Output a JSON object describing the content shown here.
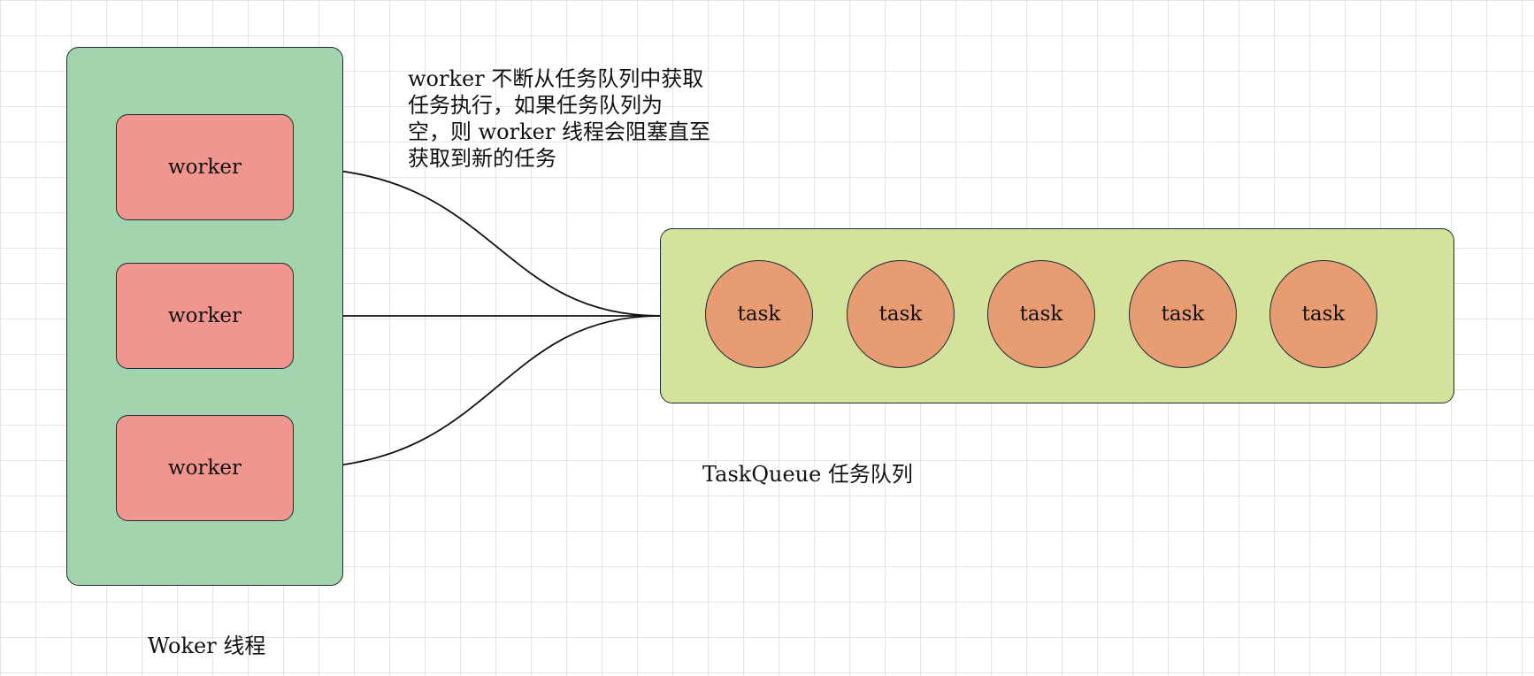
{
  "worker_pool": {
    "label": "Woker 线程",
    "workers": [
      {
        "label": "worker"
      },
      {
        "label": "worker"
      },
      {
        "label": "worker"
      }
    ]
  },
  "task_queue": {
    "label": "TaskQueue 任务队列",
    "tasks": [
      {
        "label": "task"
      },
      {
        "label": "task"
      },
      {
        "label": "task"
      },
      {
        "label": "task"
      },
      {
        "label": "task"
      }
    ]
  },
  "annotation": {
    "lines": [
      "worker 不断从任务队列中获取",
      "任务执行，如果任务队列为",
      "空，则 worker 线程会阻塞直至",
      "获取到新的任务"
    ]
  },
  "colors": {
    "worker_pool_fill": "#a2d4ae",
    "worker_fill": "#f1968e",
    "queue_fill": "#d4e39b",
    "task_fill": "#e89c72",
    "stroke": "#1b2a3a"
  }
}
